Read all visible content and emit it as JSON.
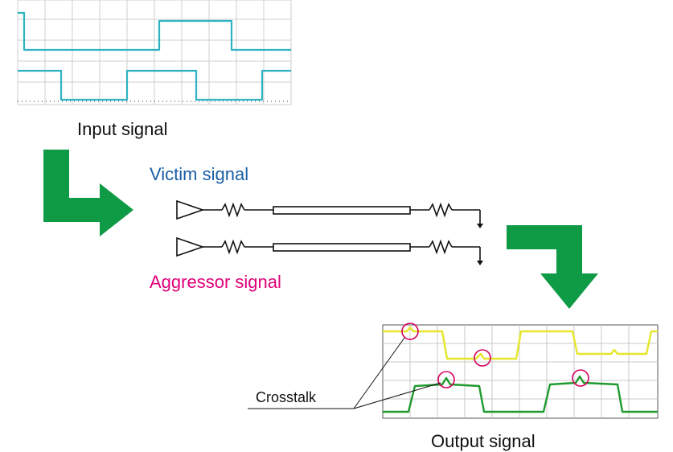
{
  "labels": {
    "input": "Input signal",
    "victim": "Victim signal",
    "aggressor": "Aggressor signal",
    "output": "Output signal",
    "crosstalk": "Crosstalk"
  },
  "colors": {
    "input_trace": "#2fb3c2",
    "victim_text": "#1a5fa6",
    "aggressor_text": "#e0007a",
    "arrow": "#0f9a45",
    "victim_trace": "#e6e62c",
    "aggressor_trace": "#1f9a2e",
    "crosstalk_marker": "#d6005f",
    "grid": "#c8c8c8"
  }
}
